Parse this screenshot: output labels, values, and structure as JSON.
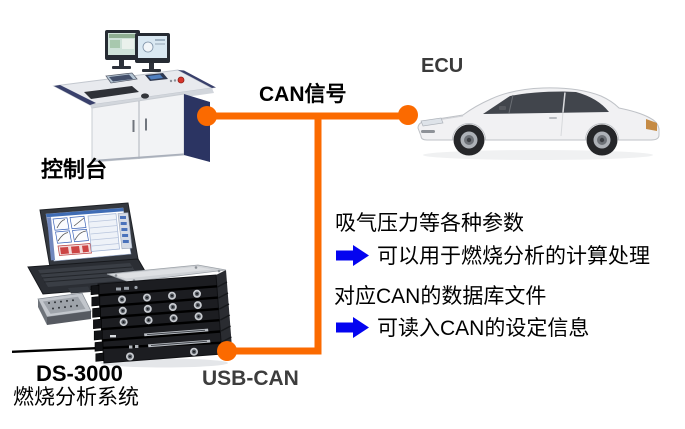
{
  "page": {
    "background": "#ffffff"
  },
  "colors": {
    "connector_orange": "#FB6A00",
    "arrow_blue": "#0404F0",
    "label_black": "#000000",
    "secondary_label_gray": "#3a3a3a"
  },
  "nodes": {
    "console": {
      "label": "控制台"
    },
    "ecu": {
      "label": "ECU"
    },
    "analyzer": {
      "model": "DS-3000",
      "name": "燃烧分析系统"
    }
  },
  "links": {
    "can": {
      "label": "CAN信号"
    },
    "usb": {
      "label": "USB-CAN"
    }
  },
  "annotations": [
    {
      "heading": "吸气压力等各种参数",
      "detail": "可以用于燃烧分析的计算处理"
    },
    {
      "heading": "对应CAN的数据库文件",
      "detail": "可读入CAN的设定信息"
    }
  ]
}
